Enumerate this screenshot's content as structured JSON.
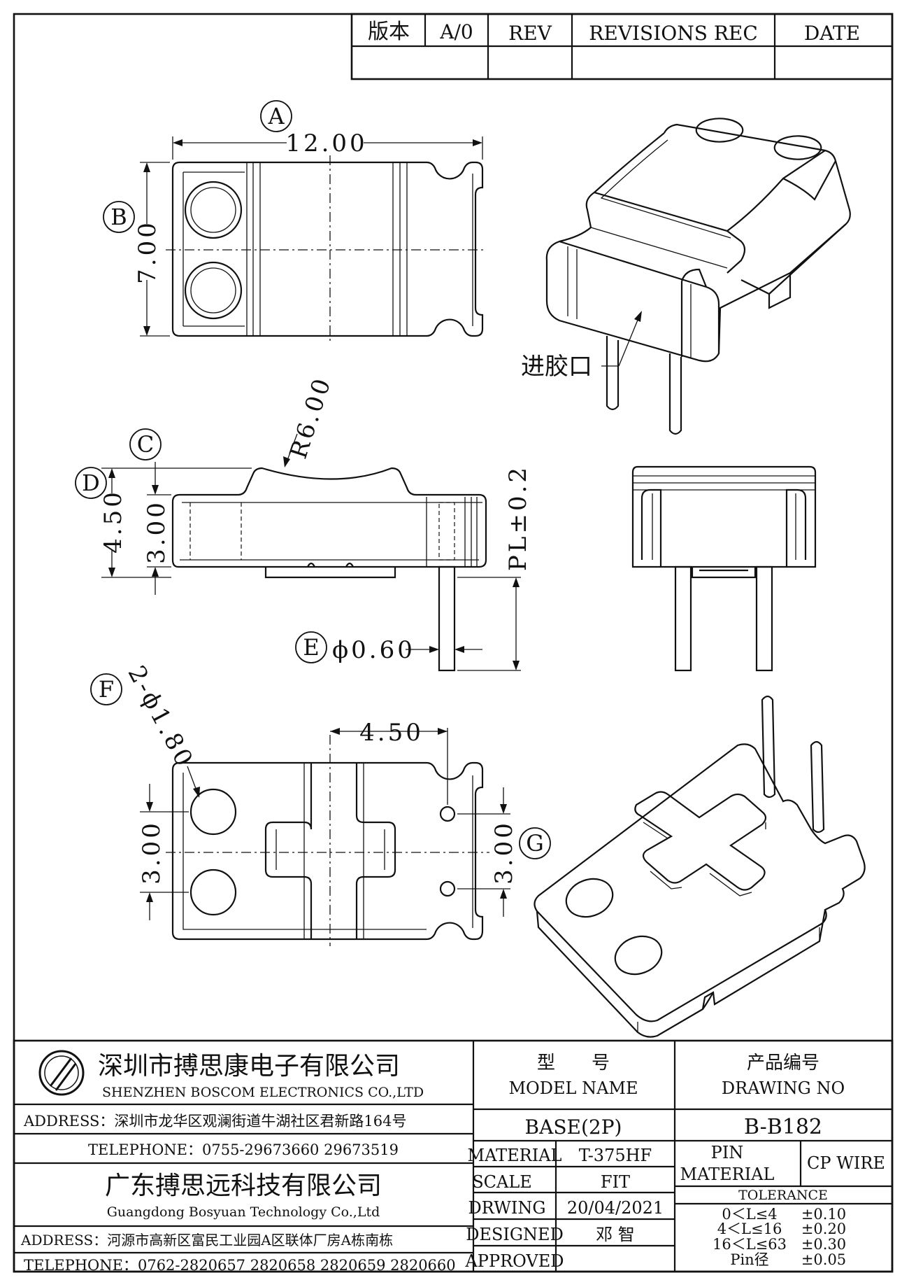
{
  "revision_table": {
    "version_label": "版本",
    "version_value": "A/0",
    "rev_label": "REV",
    "revisions_label": "REVISIONS REC",
    "date_label": "DATE"
  },
  "dimensions": {
    "top_width": "12.00",
    "top_height": "7.00",
    "radius": "R6.00",
    "side_total_height": "4.50",
    "side_body_height": "3.00",
    "pin_length": "PL±0.2",
    "pin_diameter": "ϕ0.60",
    "hole_spec": "2-ϕ1.80",
    "hole_spacing": "4.50",
    "left_pitch": "3.00",
    "right_pitch": "3.00"
  },
  "balloons": [
    "A",
    "B",
    "C",
    "D",
    "E",
    "F",
    "G"
  ],
  "injection_label": "进胶口",
  "title_block": {
    "company_cn": "深圳市搏思康电子有限公司",
    "company_en": "SHENZHEN BOSCOM ELECTRONICS CO.,LTD",
    "address1": "ADDRESS：深圳市龙华区观澜街道牛湖社区君新路164号",
    "telephone1": "TELEPHONE：0755-29673660 29673519",
    "company2_cn": "广东搏思远科技有限公司",
    "company2_en": "Guangdong Bosyuan Technology Co.,Ltd",
    "address2": "ADDRESS：河源市高新区富民工业园A区联体厂房A栋南栋",
    "telephone2": "TELEPHONE：0762-2820657 2820658 2820659 2820660",
    "model_cn": "型　　号",
    "model_en": "MODEL NAME",
    "model_value": "BASE(2P)",
    "drawing_cn": "产品编号",
    "drawing_en": "DRAWING NO",
    "drawing_value": "B-B182",
    "material_label": "MATERIAL",
    "material_value": "T-375HF",
    "scale_label": "SCALE",
    "scale_value": "FIT",
    "drawing_label": "DRWING",
    "drawing_date": "20/04/2021",
    "designed_label": "DESIGNED",
    "designed_value": "邓 智",
    "approved_label": "APPROVED",
    "pin_material_label1": "PIN",
    "pin_material_label2": "MATERIAL",
    "pin_material_value": "CP WIRE",
    "tolerance_label": "TOLERANCE",
    "tolerances": [
      {
        "range": "0＜L≤4",
        "value": "±0.10"
      },
      {
        "range": "4＜L≤16",
        "value": "±0.20"
      },
      {
        "range": "16＜L≤63",
        "value": "±0.30"
      },
      {
        "range": "Pin径",
        "value": "±0.05"
      }
    ]
  }
}
